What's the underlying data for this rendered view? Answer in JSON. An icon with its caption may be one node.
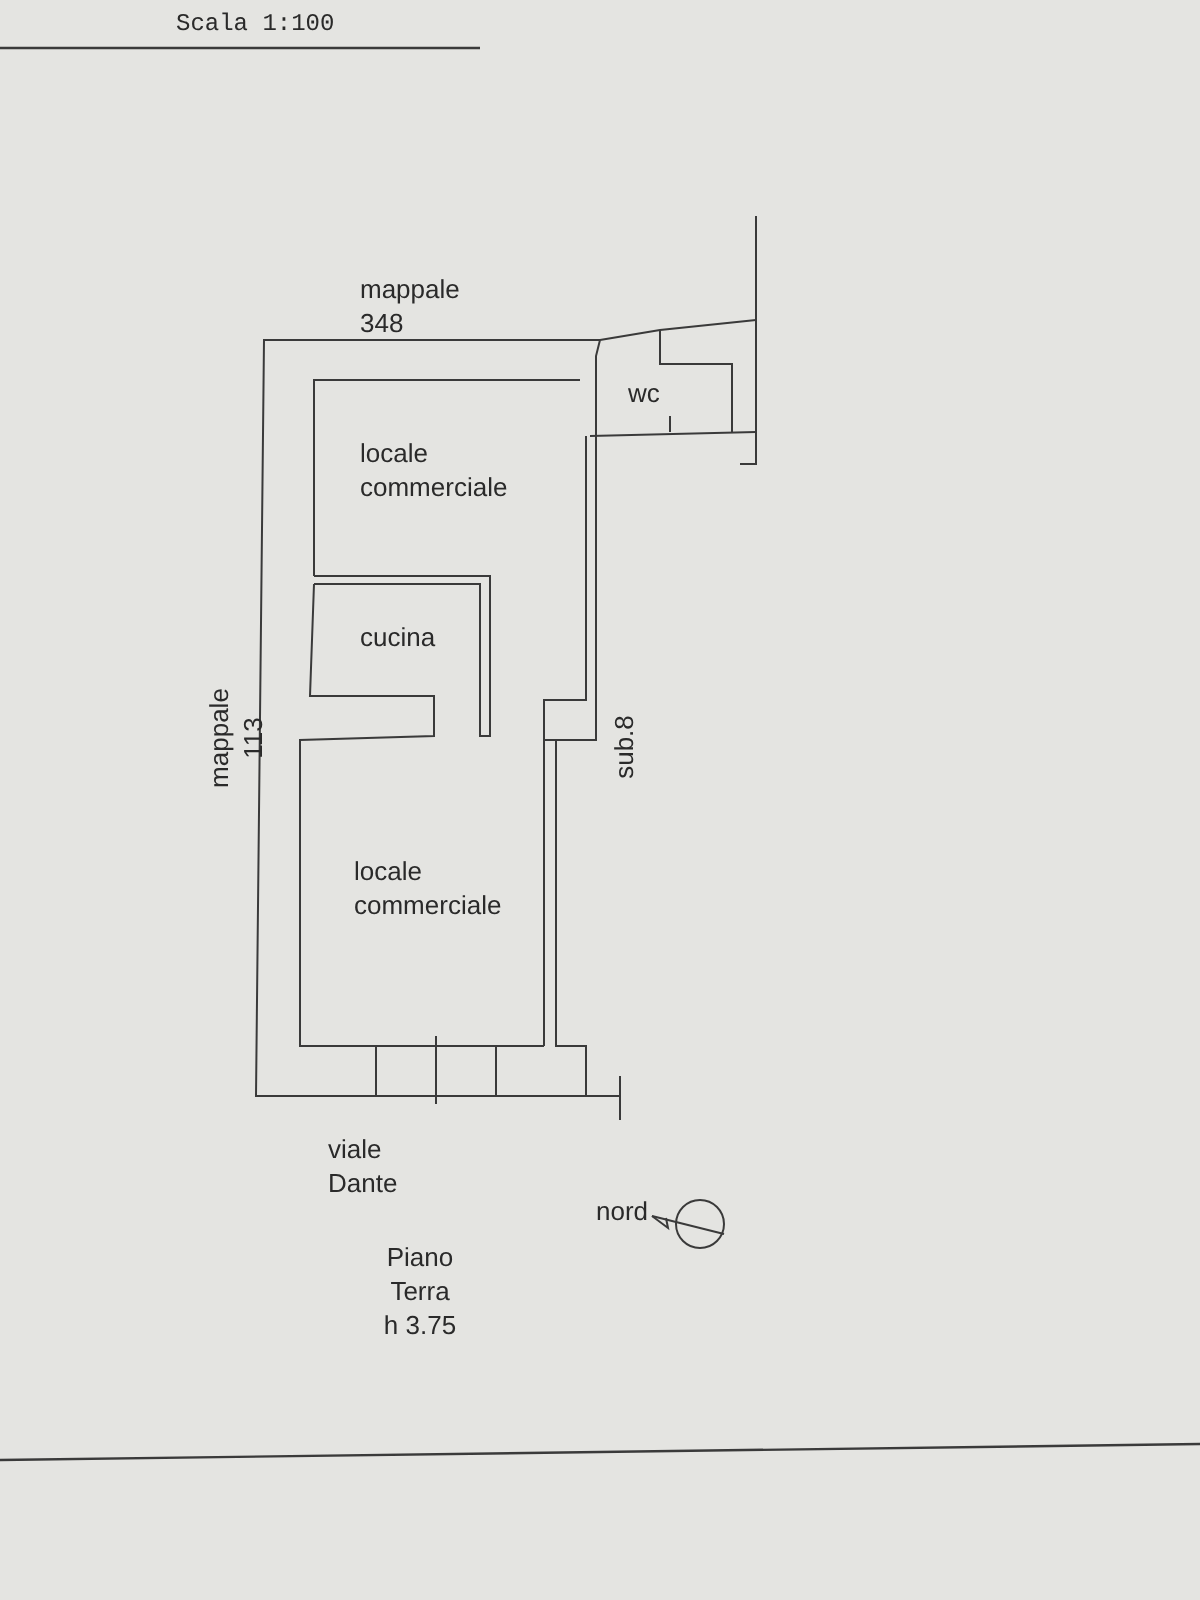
{
  "diagram": {
    "labels": [
      "Scala 1:100",
      "mappale 348",
      "wc",
      "locale commerciale",
      "cucina",
      "mappale 113",
      "sub.8",
      "locale commerciale",
      "viale Dante",
      "nord",
      "Piano Terra h 3.75"
    ]
  }
}
